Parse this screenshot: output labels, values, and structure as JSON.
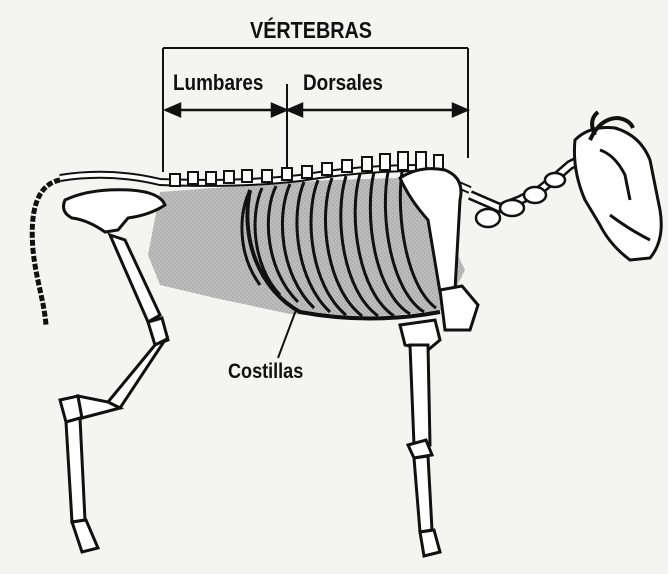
{
  "labels": {
    "vertebras": "VÉRTEBRAS",
    "lumbares": "Lumbares",
    "dorsales": "Dorsales",
    "costillas": "Costillas"
  },
  "colors": {
    "background": "#f4f4f2",
    "bone_outline": "#111111",
    "bone_fill": "#ffffff",
    "abdomen_shading": "#b9b9b9",
    "rib_shading": "#9f9f9f"
  }
}
